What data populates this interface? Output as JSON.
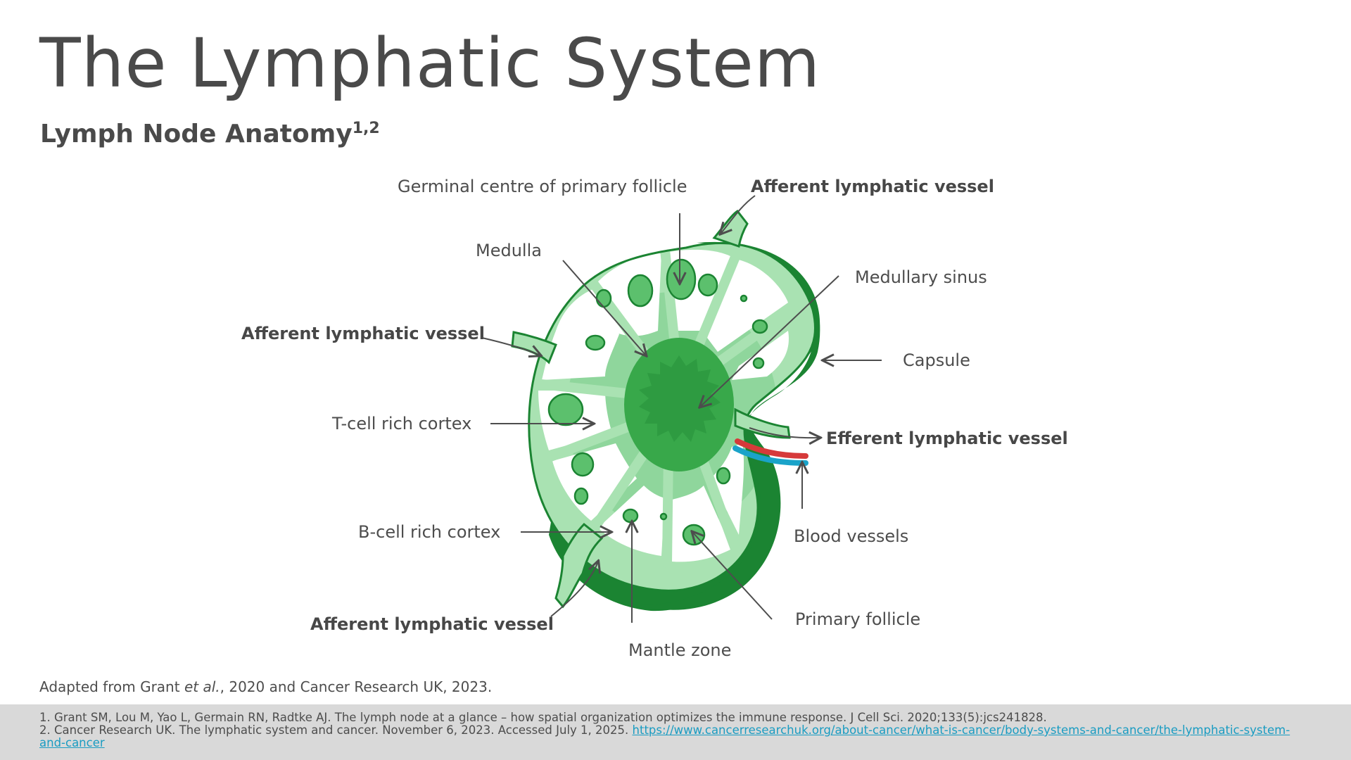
{
  "header": {
    "title": "The Lymphatic System",
    "subtitle": "Lymph Node Anatomy",
    "subtitle_refs": "1,2"
  },
  "labels": {
    "germinal_centre": "Germinal centre of primary follicle",
    "afferent_top": "Afferent lymphatic vessel",
    "medulla": "Medulla",
    "medullary_sinus": "Medullary sinus",
    "afferent_left": "Afferent lymphatic vessel",
    "capsule": "Capsule",
    "t_cell_cortex": "T-cell rich cortex",
    "efferent": "Efferent lymphatic vessel",
    "b_cell_cortex": "B-cell rich cortex",
    "blood_vessels": "Blood vessels",
    "primary_follicle": "Primary follicle",
    "afferent_bottom": "Afferent lymphatic vessel",
    "mantle_zone": "Mantle zone"
  },
  "caption": {
    "prefix": "Adapted from Grant ",
    "italic": "et al.",
    "suffix": ", 2020 and Cancer Research UK, 2023."
  },
  "references": {
    "ref1": "1.  Grant SM, Lou M, Yao L, Germain RN, Radtke AJ. The lymph node at a glance – how spatial organization optimizes the immune response. J Cell Sci. 2020;133(5):jcs241828.",
    "ref2_text": "2. Cancer Research UK. The lymphatic system and cancer. November 6, 2023. Accessed July 1, 2025. ",
    "ref2_link": "https://www.cancerresearchuk.org/about-cancer/what-is-cancer/body-systems-and-cancer/the-lymphatic-system-and-cancer"
  },
  "colors": {
    "capsule_dark": "#1b8432",
    "node_light": "#a9e2b2",
    "cortex_mid": "#8fd69c",
    "medulla": "#2e9b41",
    "sinus_white": "#ffffff",
    "follicle": "#5cc06d",
    "artery_red": "#d63a3a",
    "vein_blue": "#1aa3c9",
    "arrow": "#4d4d4d"
  }
}
